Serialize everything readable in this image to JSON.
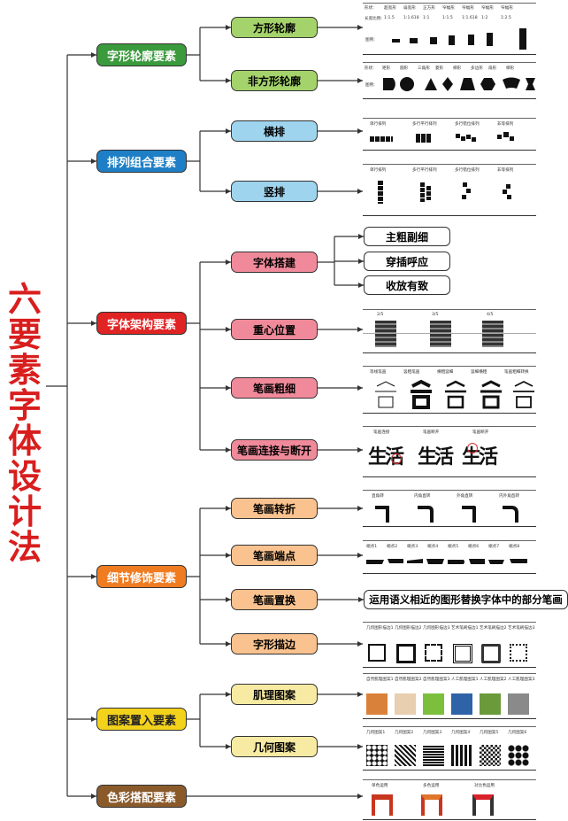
{
  "title": "六要素字体设计法",
  "colors": {
    "green": "#3a9a3c",
    "blue": "#1e7fc6",
    "red": "#e02323",
    "orange": "#f07c22",
    "yellow": "#f3d21c",
    "brown": "#8a5a2b",
    "light_green": "#a5d36b",
    "light_blue": "#9fd4ee",
    "light_red": "#f08a9a",
    "light_orange": "#f9c28e",
    "light_yellow": "#f7eaa2"
  },
  "categories": [
    {
      "label": "字形轮廓要素",
      "children": [
        {
          "label": "方形轮廓"
        },
        {
          "label": "非方形轮廓"
        }
      ]
    },
    {
      "label": "排列组合要素",
      "children": [
        {
          "label": "横排"
        },
        {
          "label": "竖排"
        }
      ]
    },
    {
      "label": "字体架构要素",
      "children": [
        {
          "label": "字体搭建",
          "children": [
            "主粗副细",
            "穿插呼应",
            "收放有致"
          ]
        },
        {
          "label": "重心位置"
        },
        {
          "label": "笔画粗细"
        },
        {
          "label": "笔画连接与断开"
        }
      ]
    },
    {
      "label": "细节修饰要素",
      "children": [
        {
          "label": "笔画转折"
        },
        {
          "label": "笔画端点"
        },
        {
          "label": "笔画置换",
          "note": "运用语义相近的图形替换字体中的部分笔画"
        },
        {
          "label": "字形描边"
        }
      ]
    },
    {
      "label": "图案置入要素",
      "children": [
        {
          "label": "肌理图案"
        },
        {
          "label": "几何图案"
        }
      ]
    },
    {
      "label": "色彩搭配要素",
      "children": []
    }
  ],
  "panels": {
    "square": {
      "row1": [
        "形状:",
        "超宽形",
        "扁宽形",
        "正方形",
        "窄幅形",
        "窄幅形",
        "窄幅形",
        "窄幅形"
      ],
      "row2": [
        "长宽比例:",
        "1:1.5",
        "1:1.618",
        "1:1",
        "1:1.5",
        "1:1.618",
        "1:2",
        "1:2.5"
      ],
      "row3": "图例:"
    },
    "nonsquare": {
      "row1": [
        "形状:",
        "矩形",
        "圆形",
        "三角形",
        "菱形",
        "梯形",
        "多边形",
        "扇形",
        "梯形"
      ],
      "row2": "图例:"
    },
    "horizontal": [
      "单行排列",
      "多行平行排列",
      "多行错位排列",
      "非等排列"
    ],
    "vertical": [
      "单行排列",
      "多行平行排列",
      "多行错位排列",
      "非等排列"
    ],
    "gravity": [
      "2/5",
      "3/5",
      "4/5"
    ],
    "thickness": [
      "等线笔画",
      "竖粗笔画",
      "横粗竖细",
      "竖细横粗",
      "笔画粗细转换"
    ],
    "connect": [
      "笔画连接",
      "笔画断开",
      "笔画断开"
    ],
    "turn": [
      "直角转",
      "内角直转",
      "外角直转",
      "内外角直转"
    ],
    "endpoint": [
      "端点1",
      "端点2",
      "端点3",
      "端点4",
      "端点5",
      "端点6",
      "端点7",
      "端点8"
    ],
    "stroke": [
      "几何图形描边1",
      "几何图形描边2",
      "几何图形描边3",
      "艺术笔刷描边1",
      "艺术笔刷描边2",
      "艺术笔刷描边3"
    ],
    "texture": [
      "自然肌理图案1",
      "自然肌理图案2",
      "自然肌理图案3",
      "人工肌理图案1",
      "人工肌理图案2",
      "人工肌理图案3"
    ],
    "geometry": [
      "几何图案1",
      "几何图案2",
      "几何图案3",
      "几何图案4",
      "几何图案5",
      "几何图案6"
    ],
    "color": [
      "单色运用",
      "多色运用",
      "对比色运用"
    ]
  }
}
